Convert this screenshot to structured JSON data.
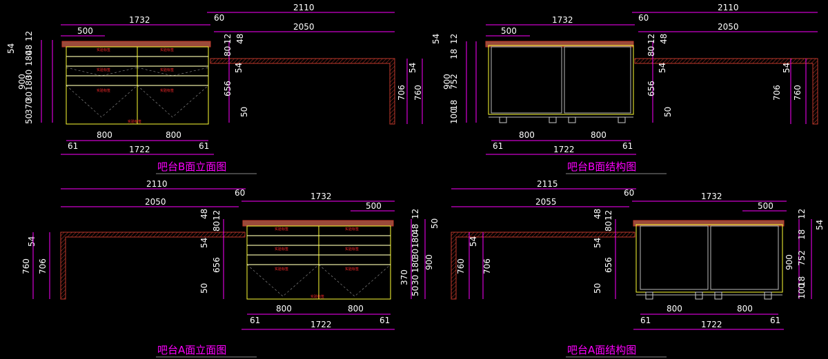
{
  "panels": {
    "b_elev": {
      "title": "吧台B面立面图",
      "label": "实验标签"
    },
    "b_struct": {
      "title": "吧台B面结构图"
    },
    "a_elev": {
      "title": "吧台A面立面图"
    },
    "a_struct": {
      "title": "吧台A面结构图"
    }
  },
  "dims": {
    "d2110": "2110",
    "d2115": "2115",
    "d1732": "1732",
    "d60": "60",
    "d500": "500",
    "d2050": "2050",
    "d2055": "2055",
    "d1722": "1722",
    "d800": "800",
    "d61": "61",
    "d12": "12",
    "d48": "48",
    "d54": "54",
    "d80": "80",
    "d180": "180",
    "d30": "30",
    "d370": "370",
    "d50": "50",
    "d900": "900",
    "d656": "656",
    "d706": "706",
    "d760": "760",
    "d18": "18",
    "d752": "752",
    "d100": "100"
  },
  "colors": {
    "dimension": "#ff00ff",
    "cabinet": "#ffff33",
    "wall": "#c0392b",
    "title": "#ff00ff"
  }
}
